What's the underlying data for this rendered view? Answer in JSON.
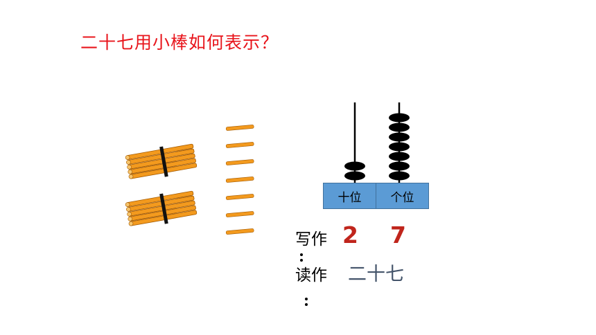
{
  "question": "二十七用小棒如何表示？",
  "abacus": {
    "tens_label": "十位",
    "ones_label": "个位",
    "tens_beads": 2,
    "ones_beads": 7
  },
  "counting_sticks": {
    "bundles_of_ten": 2,
    "single_sticks": 7
  },
  "write": {
    "label": "写作",
    "tens_digit": "2",
    "ones_digit": "7"
  },
  "read": {
    "label": "读作",
    "value": "二十七"
  },
  "colors": {
    "question": "#e8141b",
    "digits": "#c0251c",
    "reading": "#44546a",
    "place_box": "#5b9bd5",
    "stick": "#f39a1e"
  }
}
